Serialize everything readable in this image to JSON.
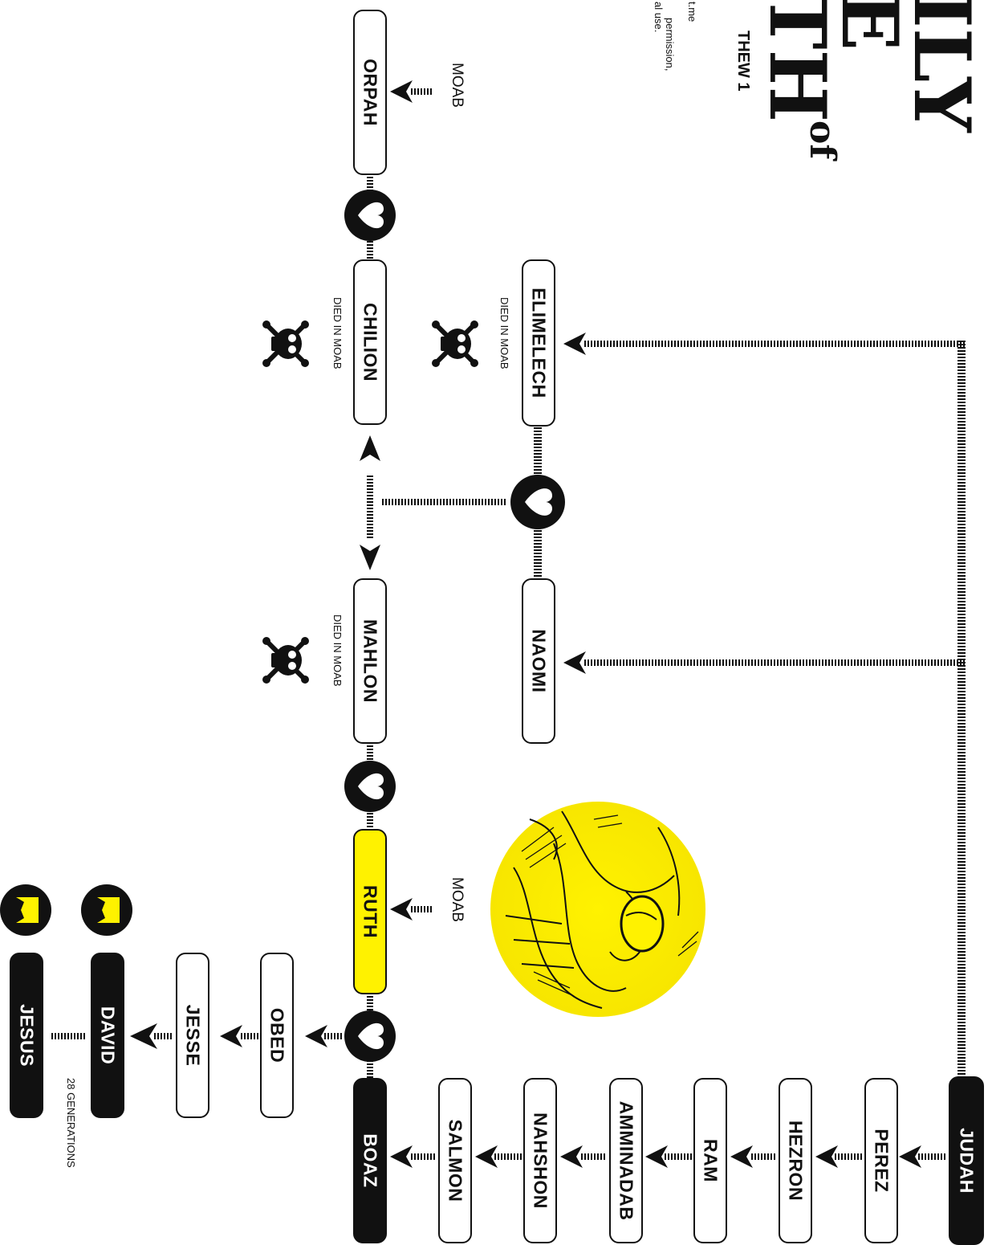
{
  "title": {
    "line1": "ILY",
    "line2": "E",
    "of": "of",
    "line3": "TH",
    "scripture": "THEW 1",
    "credit1": "t.me",
    "credit2": "permission,",
    "credit3": "al use."
  },
  "people": {
    "judah": "JUDAH",
    "perez": "PEREZ",
    "hezron": "HEZRON",
    "ram": "RAM",
    "amminadab": "AMMINADAB",
    "nahshon": "NAHSHON",
    "salmon": "SALMON",
    "boaz": "BOAZ",
    "elimelech": "ELIMELECH",
    "naomi": "NAOMI",
    "orpah": "ORPAH",
    "chilion": "CHILION",
    "mahlon": "MAHLON",
    "ruth": "RUTH",
    "obed": "OBED",
    "jesse": "JESSE",
    "david": "DAVID",
    "jesus": "JESUS"
  },
  "annotations": {
    "died_elimelech": "DIED IN MOAB",
    "died_chilion": "DIED IN MOAB",
    "died_mahlon": "DIED IN MOAB",
    "moab_orpah": "MOAB",
    "moab_ruth": "MOAB",
    "generations": "28 GENERATIONS"
  },
  "colors": {
    "ink": "#111111",
    "highlight": "#fff200",
    "paper": "#ffffff"
  },
  "icons": {
    "marriage": "heart-icon",
    "death": "skull-crossbones-icon",
    "royalty": "crown-icon"
  }
}
